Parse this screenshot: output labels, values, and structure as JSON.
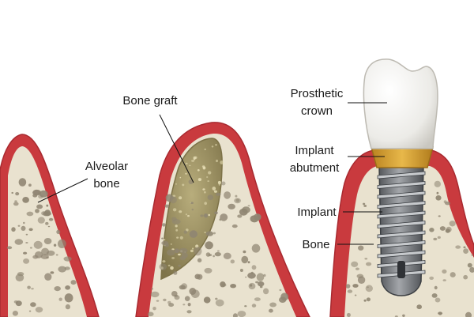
{
  "labels": {
    "alveolar_line1": "Alveolar",
    "alveolar_line2": "bone",
    "bone_graft": "Bone graft",
    "prosthetic_line1": "Prosthetic",
    "prosthetic_line2": "crown",
    "abutment_line1": "Implant",
    "abutment_line2": "abutment",
    "implant": "Implant",
    "bone": "Bone"
  },
  "colors": {
    "gum": "#c93a3e",
    "gum_dark": "#a82a30",
    "bone": "#e9e2cf",
    "bone_hole": "#8f8572",
    "graft": "#a59a6a",
    "graft_dark": "#7d7248",
    "crown": "#f4f4f2",
    "abutment": "#d7a233",
    "implant_metal": "#7d8084"
  }
}
